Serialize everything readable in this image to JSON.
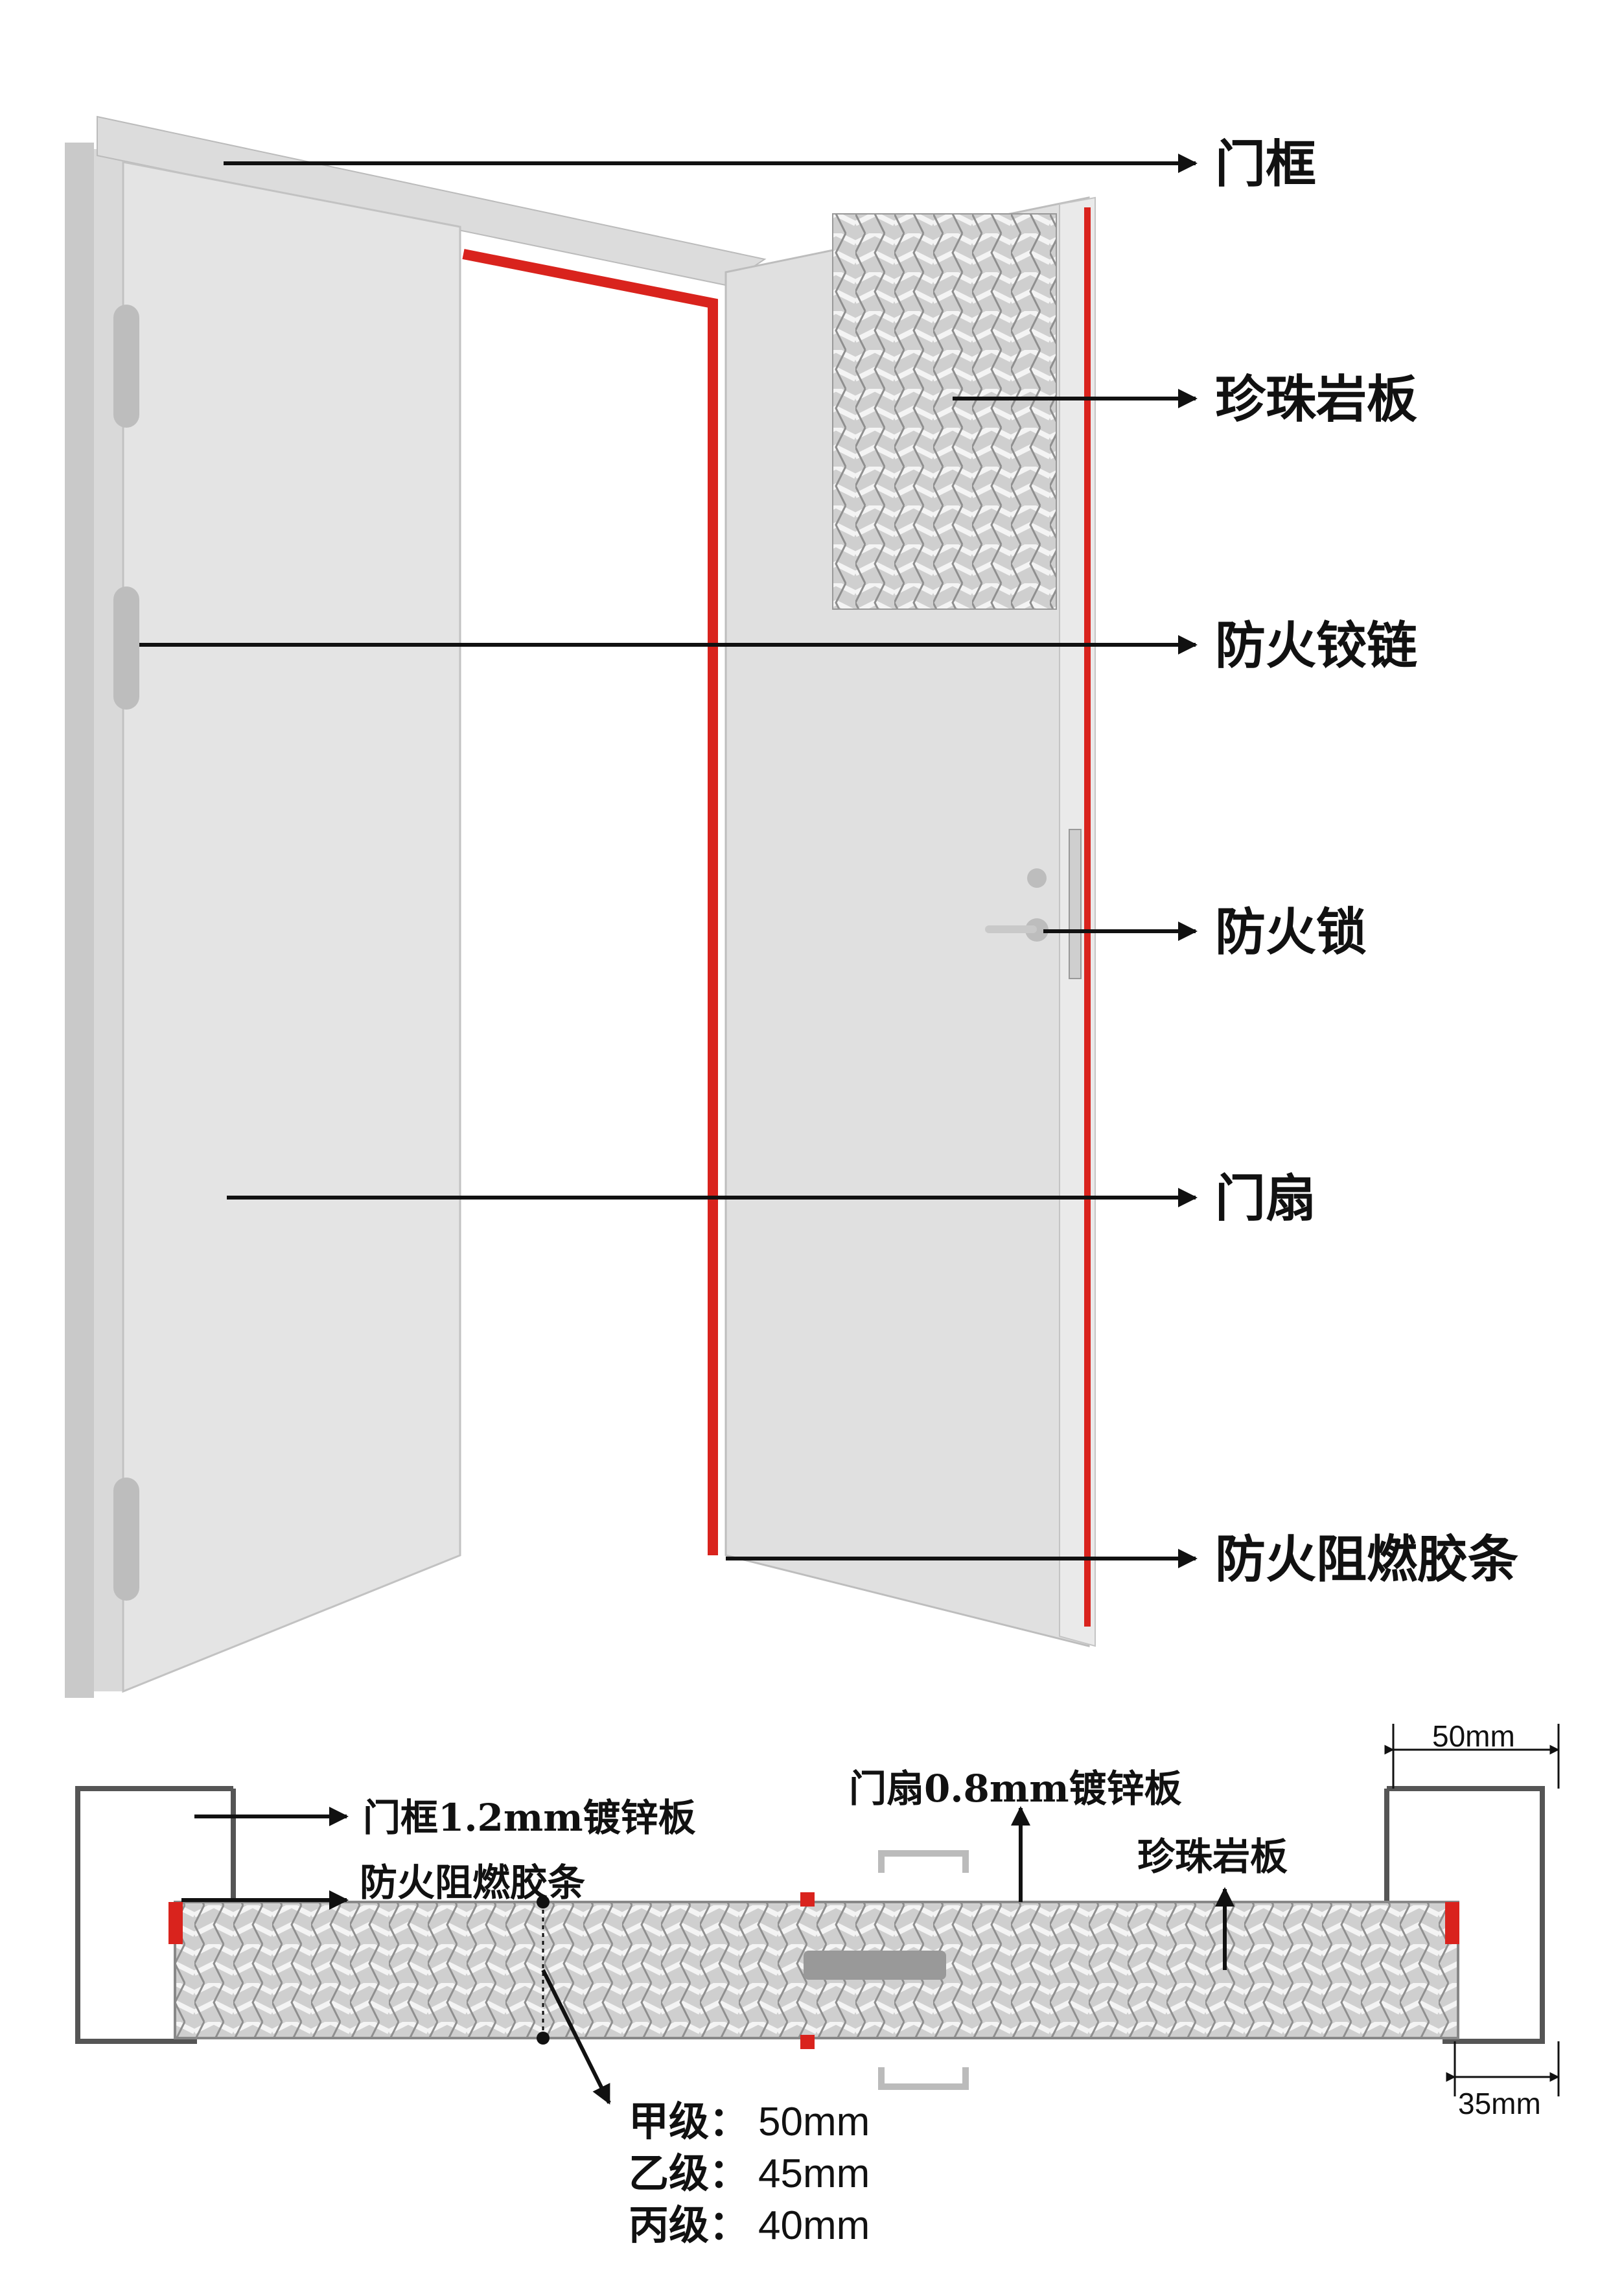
{
  "labels": {
    "frame": "门框",
    "perlite": "珍珠岩板",
    "hinge": "防火铰链",
    "lock": "防火锁",
    "leaf": "门扇",
    "seal": "防火阻燃胶条"
  },
  "section": {
    "frame_sheet": "门框1.2mm镀锌板",
    "leaf_sheet": "门扇0.8mm镀锌板",
    "seal": "防火阻燃胶条",
    "perlite": "珍珠岩板",
    "frame_width": "50mm",
    "frame_depth": "35mm",
    "grades": [
      {
        "name": "甲级：",
        "value": "50mm"
      },
      {
        "name": "乙级：",
        "value": "45mm"
      },
      {
        "name": "丙级：",
        "value": "40mm"
      }
    ]
  },
  "colors": {
    "seal": "#d9231d",
    "door": "#e2e2e2",
    "frame": "#d6d6d6",
    "line": "#111111"
  }
}
